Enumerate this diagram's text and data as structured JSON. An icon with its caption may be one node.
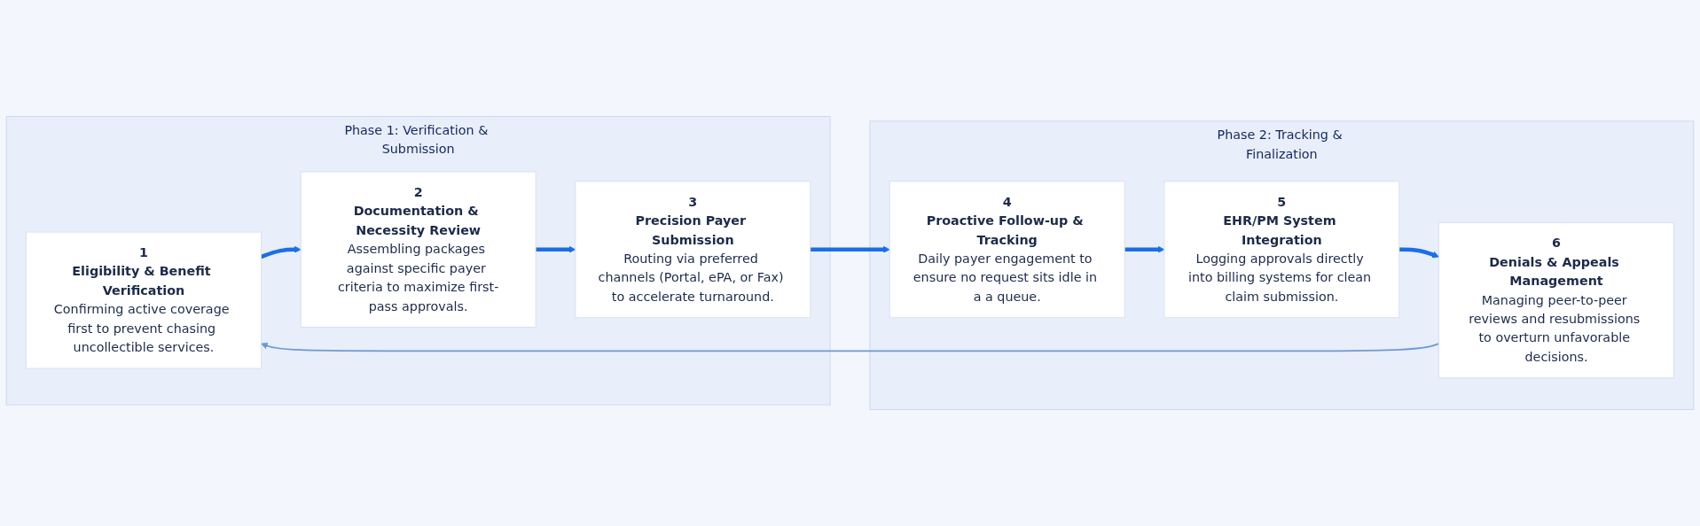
{
  "diagram": {
    "nodes": [
      {
        "text": [
          "Phase 1: Verification & Submission"
        ]
      },
      {
        "text": [
          "1",
          "Eligibility & Benefit Verification",
          "Confirming active coverage first to prevent chasing uncollectible services."
        ],
        "in": 0
      },
      {
        "text": [
          "2",
          "Documentation & Necessity Review",
          "Assembling packages against specific payer criteria to maximize first-pass approvals."
        ],
        "in": 0
      },
      {
        "text": [
          "3",
          "Precision Payer Submission",
          "Routing via preferred channels (Portal, ePA, or Fax) to accelerate turnaround."
        ],
        "in": 0
      },
      {
        "text": [
          "Phase 2: Tracking & Finalization"
        ]
      },
      {
        "text": [
          "4",
          "Proactive Follow-up & Tracking",
          "Daily payer engagement to ensure no request sits idle in a a queue."
        ],
        "in": 4
      },
      {
        "text": [
          "5",
          "EHR/PM System Integration",
          "Logging approvals directly into billing systems for clean claim submission."
        ],
        "in": 4
      },
      {
        "text": [
          "6",
          "Denials & Appeals Management",
          "Managing peer-to-peer reviews and resubmissions to overturn unfavorable decisions."
        ],
        "in": 4
      }
    ],
    "edges": [
      {
        "from": 1,
        "to": 2,
        "arrow": "to"
      },
      {
        "from": 2,
        "to": 3,
        "arrow": "to"
      },
      {
        "from": 3,
        "to": 5,
        "arrow": "to"
      },
      {
        "from": 5,
        "to": 6,
        "arrow": "to"
      },
      {
        "from": 6,
        "to": 7,
        "arrow": "to"
      },
      {
        "from": 7,
        "to": 1,
        "arrow": "to",
        "color": "#6b9bd1"
      }
    ]
  }
}
